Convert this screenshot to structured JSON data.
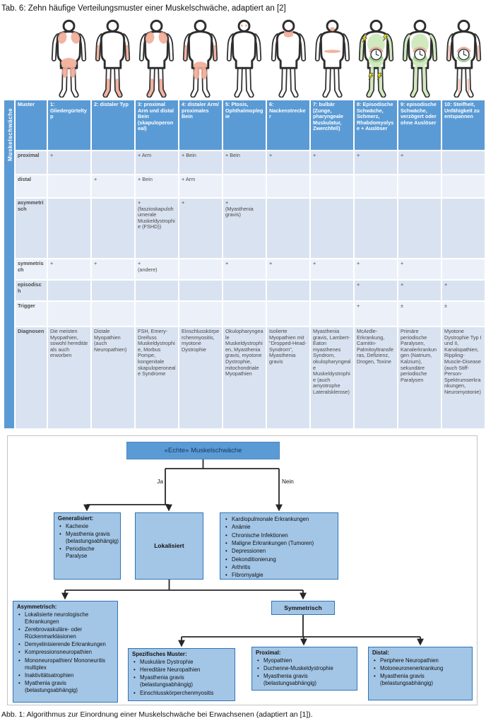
{
  "meta": {
    "table_title": "Tab. 6: Zehn häufige Verteilungsmuster einer Muskelschwäche, adaptiert an [2]",
    "figure_caption": "Abb. 1: Algorithmus zur Einordnung einer Muskelschwäche bei Erwachsenen (adaptiert an [1])."
  },
  "colors": {
    "header_blue": "#5b9bd5",
    "band_dark": "#d9e2f0",
    "band_light": "#ecf1f9",
    "flow_box_fill": "#a3c6e7",
    "flow_box_border": "#2e74b5",
    "weakness_pink": "#f1ab97",
    "episodic_green": "#cfe8bc",
    "trigger_yellow": "#f3e32a"
  },
  "figures": [
    {
      "pattern": "1",
      "highlights": [
        "shoulders",
        "pelvis"
      ]
    },
    {
      "pattern": "2",
      "highlights": [
        "forearms",
        "lower-legs"
      ]
    },
    {
      "pattern": "3",
      "highlights": [
        "shoulders",
        "lower-legs"
      ]
    },
    {
      "pattern": "4",
      "highlights": [
        "forearms",
        "thighs"
      ]
    },
    {
      "pattern": "5",
      "highlights": [
        "eyes"
      ]
    },
    {
      "pattern": "6",
      "highlights": [
        "neck"
      ]
    },
    {
      "pattern": "7",
      "highlights": [
        "bulbar",
        "diaphragm"
      ]
    },
    {
      "pattern": "8",
      "highlights": [
        "green-body",
        "lightning",
        "clock"
      ]
    },
    {
      "pattern": "9",
      "highlights": [
        "green-body",
        "clock"
      ]
    },
    {
      "pattern": "10",
      "highlights": [
        "limb-lines",
        "clock"
      ]
    }
  ],
  "table": {
    "side_label": "Muskelschwäche",
    "corner_label": "Muster",
    "columns": [
      "1: Gliedergürteltyp",
      "2: distaler Typ",
      "3: proximal Arm und distal Bein (skapuloperoneal)",
      "4: distaler Arm/ proximales Bein",
      "5: Ptosis, Ophthalmoplegie",
      "6: Nackenstrecker",
      "7: bulbär (Zunge, pharyngeale Muskulatur, Zwerchfell)",
      "8: Episodische Schwäche, Schmerz, Rhabdomyolyse + Auslöser",
      "9: episodische Schwäche, verzögert oder ohne Auslöser",
      "10: Steifheit, Unfähigkeit zu entspannen"
    ],
    "rows": [
      {
        "label": "proximal",
        "cells": [
          "+",
          "",
          "+ Arm",
          "+ Bein",
          "+ Bein",
          "+",
          "+",
          "+",
          "+",
          ""
        ]
      },
      {
        "label": "distal",
        "cells": [
          "",
          "+",
          "+ Bein",
          "+ Arm",
          "",
          "",
          "",
          "",
          "",
          ""
        ]
      },
      {
        "label": "asymmetrisch",
        "cells": [
          "",
          "",
          "+\n(faszioskapulohumerale Muskeldystrophie (FSHD))",
          "+",
          "+\n(Myasthenia gravis)",
          "",
          "",
          "",
          "",
          ""
        ]
      },
      {
        "label": "symmetrisch",
        "cells": [
          "+",
          "+",
          "+\n(andere)",
          "",
          "+",
          "+",
          "+",
          "+",
          "+",
          ""
        ]
      },
      {
        "label": "episodisch",
        "cells": [
          "",
          "",
          "",
          "",
          "",
          "",
          "",
          "+",
          "+",
          "+"
        ]
      },
      {
        "label": "Trigger",
        "cells": [
          "",
          "",
          "",
          "",
          "",
          "",
          "",
          "+",
          "±",
          "±"
        ]
      },
      {
        "label": "Diagnosen",
        "cells": [
          "Die meisten Myopathien, sowohl hereditär als auch erworben",
          "Distale Myopathien (auch Neuropathien)",
          "FSH, Emery-Dreifuss Muskeldystrophie, Morbus Pompe, kongenitale skapuloperoneale Syndrome",
          "Einschlusskörperchenmyositis, myotone Dystrophie",
          "Okulopharyngeale Muskeldystrophien, Myasthenia gravis, myotone Dystrophie, mitochondriale Myopathien",
          "Isolierte Myopathien mit \"Dropped-Head-Syndrom\", Myasthenia gravis",
          "Myasthenia gravis, Lambert-Eaton myasthenes Syndrom, okulopharyngeale Muskeldystrophie (auch amyotrophe Lateralsklerose)",
          "McArdle-Erkrankung, Carnitin-Palmitoyltransferas, Defizienz, Drogen, Toxine",
          "Primäre periodische Paralysen, Kanalerkrankungen (Natrium, Kalzium), sekundäre periodische Paralysen",
          "Myotone Dystrophie Typ I und II, Kanalopathien, Rippling-Muscle-Disease (auch Stiff-Person-Spektrumserkrankungen, Neuromyotonie)"
        ]
      }
    ]
  },
  "flowchart": {
    "root": "«Echte» Muskelschwäche",
    "branch_yes": "Ja",
    "branch_no": "Nein",
    "generalized": {
      "title": "Generalisiert:",
      "items": [
        "Kachexie",
        "Myasthenia gravis (belastungsabhängig)",
        "Periodische Paralyse"
      ]
    },
    "localized": "Lokalisiert",
    "non_muscular": {
      "items": [
        "Kardiopulmonale Erkrankungen",
        "Anämie",
        "Chronische Infektionen",
        "Maligne Erkrankungen (Tumoren)",
        "Depressionen",
        "Dekonditionierung",
        "Arthritis",
        "Fibromyalgie"
      ]
    },
    "asymmetric": {
      "title": "Asymmetrisch:",
      "items": [
        "Lokalisierte neurologische Erkrankungen",
        "Zerebrovaskuläre- oder Rückenmarkläsionen",
        "Demyelinisierende Erkrankungen",
        "Kompressionsneuropathien",
        "Mononeuropathien/ Mononeuritis multiplex",
        "Inaktivitätsatrophien",
        "Myathenia gravis (belastungsabhängig)"
      ]
    },
    "symmetric": "Symmetrisch",
    "specific": {
      "title": "Spezifisches Muster:",
      "items": [
        "Muskuläre Dystrophie",
        "Hereditäre Neuropathien",
        "Myasthenia gravis (belastungsabhängig)",
        "Einschlusskörperchenmyositis"
      ]
    },
    "proximal": {
      "title": "Proximal:",
      "items": [
        "Myopathien",
        "Duchenne-Muskeldystrophie",
        "Myasthenia gravis (belastungsabhängig)"
      ]
    },
    "distal": {
      "title": "Distal:",
      "items": [
        "Periphere Neuropathien",
        "Motoneuronenerkrankung",
        "Myasthenia gravis (belastungsabhängig)"
      ]
    }
  }
}
